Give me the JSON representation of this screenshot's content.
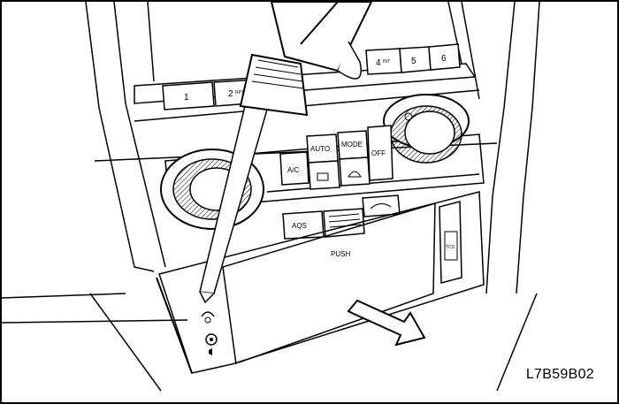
{
  "figure_code": "L7B59B02",
  "radio_buttons": [
    {
      "number": "1",
      "sub": ""
    },
    {
      "number": "2",
      "sub": "RPT"
    },
    {
      "number": "4",
      "sub": "INT"
    },
    {
      "number": "5",
      "sub": ""
    },
    {
      "number": "6",
      "sub": ""
    }
  ],
  "climate_buttons": {
    "auto": "AUTO",
    "mode": "MODE",
    "ac": "A/C",
    "off": "OFF",
    "aqs": "AQS"
  },
  "tray": {
    "push_label": "PUSH",
    "tcs_label": "TCS"
  },
  "colors": {
    "line": "#000000",
    "shade": "#9a9a9a",
    "background": "#ffffff"
  },
  "icons": [
    "headphone-icon",
    "speaker-icon",
    "rear-defrost-icon",
    "front-defrost-icon",
    "recirculation-icon",
    "fan-icon",
    "screwdriver-icon",
    "arrow-icon"
  ]
}
